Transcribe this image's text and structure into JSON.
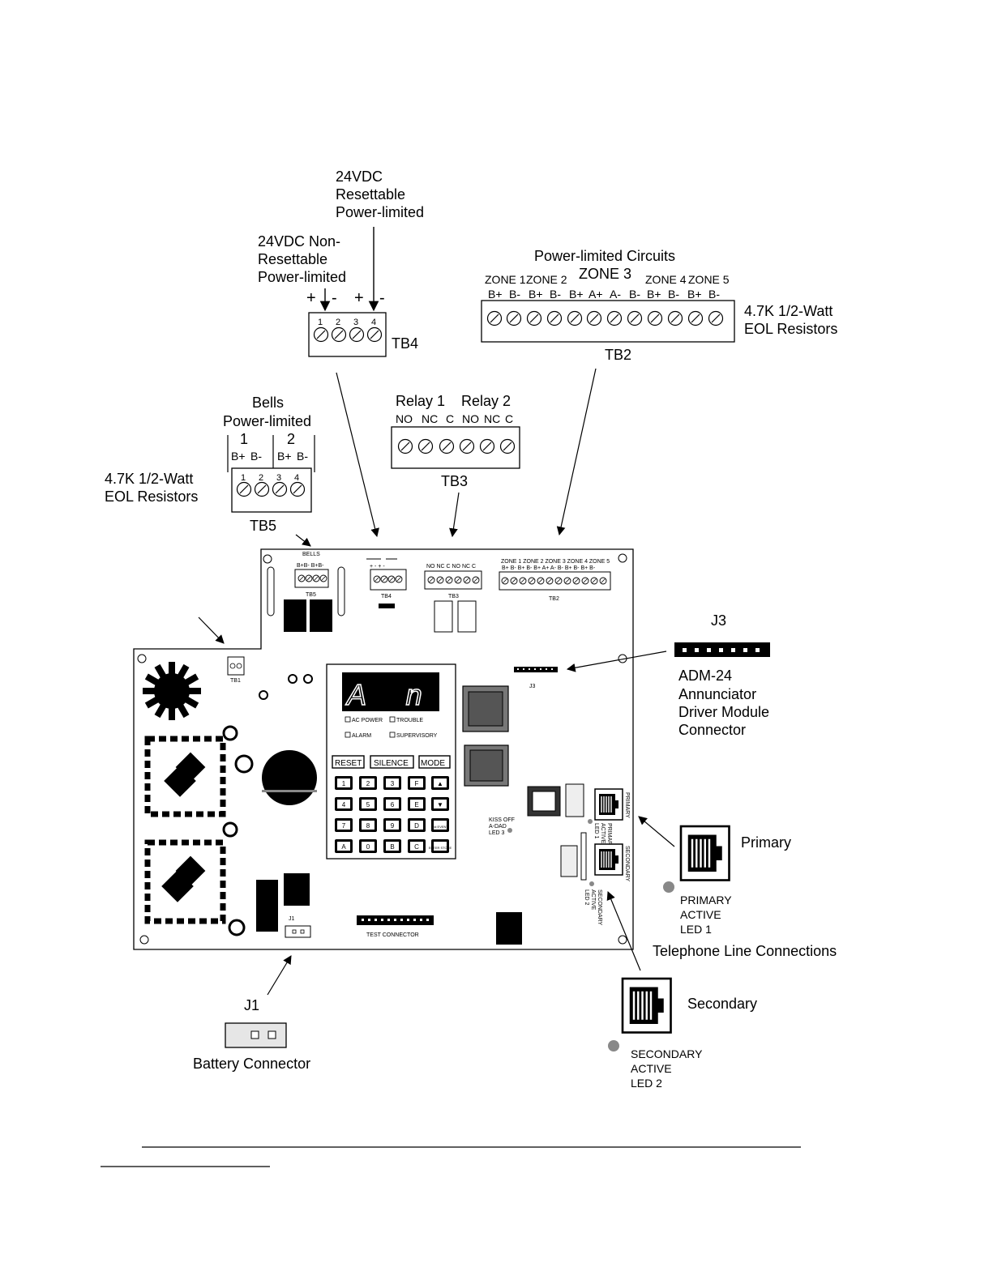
{
  "callouts": {
    "tb4_resettable": [
      "24VDC",
      "Resettable",
      "Power-limited"
    ],
    "tb4_nonresettable": [
      "24VDC Non-",
      "Resettable",
      "Power-limited"
    ],
    "tb4_polarity": [
      "+",
      "-",
      "+",
      "-"
    ],
    "tb4_pins": [
      "1",
      "2",
      "3",
      "4"
    ],
    "tb4_name": "TB4",
    "tb2_header": "Power-limited Circuits",
    "tb2_zones": [
      "ZONE 1",
      "ZONE 2",
      "ZONE  3",
      "ZONE 4",
      "ZONE 5"
    ],
    "tb2_terms": [
      "B+",
      "B-",
      "B+",
      "B-",
      "B+",
      "A+",
      "A-",
      "B-",
      "B+",
      "B-",
      "B+",
      "B-"
    ],
    "tb2_resistors": [
      "4.7K   1/2-Watt",
      "EOL Resistors"
    ],
    "tb2_name": "TB2",
    "tb3_relays": [
      "Relay 1",
      "Relay 2"
    ],
    "tb3_terms": [
      "NO",
      "NC",
      "C",
      "NO",
      "NC",
      "C"
    ],
    "tb3_name": "TB3",
    "tb5_header": [
      "Bells",
      "Power-limited"
    ],
    "tb5_channels": [
      "1",
      "2"
    ],
    "tb5_terms": [
      "B+",
      "B-",
      "B+",
      "B-"
    ],
    "tb5_pins": [
      "1",
      "2",
      "3",
      "4"
    ],
    "tb5_resistors": [
      "4.7K   1/2-Watt",
      "EOL Resistors"
    ],
    "tb5_name": "TB5",
    "j3_name": "J3",
    "j3_desc": [
      "ADM-24",
      "Annunciator",
      "Driver Module",
      "Connector"
    ],
    "primary_label": "Primary",
    "primary_led": [
      "PRIMARY",
      "ACTIVE",
      "LED 1"
    ],
    "telephone_label": "Telephone Line Connections",
    "secondary_label": "Secondary",
    "secondary_led": [
      "SECONDARY",
      "ACTIVE",
      "LED 2"
    ],
    "j1_name": "J1",
    "j1_desc": "Battery Connector"
  },
  "board": {
    "bells_title": "BELLS",
    "tb5_label": "TB5",
    "tb4_label": "TB4",
    "tb3_label": "TB3",
    "tb2_label": "TB2",
    "tb3_terms": "NO NC  C  NO NC  C",
    "tb2_zones": "ZONE 1 ZONE 2   ZONE  3   ZONE 4 ZONE 5",
    "tb1_label": "TB1",
    "j3_label": "J3",
    "j1_label": "J1",
    "test_connector": "TEST CONNECTOR",
    "display_text": "A     n",
    "leds": [
      "AC POWER",
      "TROUBLE",
      "ALARM",
      "SUPERVISORY"
    ],
    "keys_top": [
      "RESET",
      "SILENCE",
      "MODE"
    ],
    "keypad": [
      "1",
      "2",
      "3",
      "F",
      "▲",
      "4",
      "5",
      "6",
      "E",
      "▼",
      "7",
      "8",
      "9",
      "D",
      "1st EVENT",
      "A",
      "0",
      "B",
      "C",
      "ENTER STORE"
    ],
    "kissoff_led": [
      "KISS OFF",
      "A-DAD",
      "LED 3"
    ],
    "primary_jack": "PRIMARY",
    "primary_led": [
      "PRIMARY",
      "ACTIVE",
      "LED 1"
    ],
    "secondary_jack": "SECONDARY",
    "secondary_led": [
      "SECONDARY",
      "ACTIVE",
      "LED 2"
    ]
  }
}
